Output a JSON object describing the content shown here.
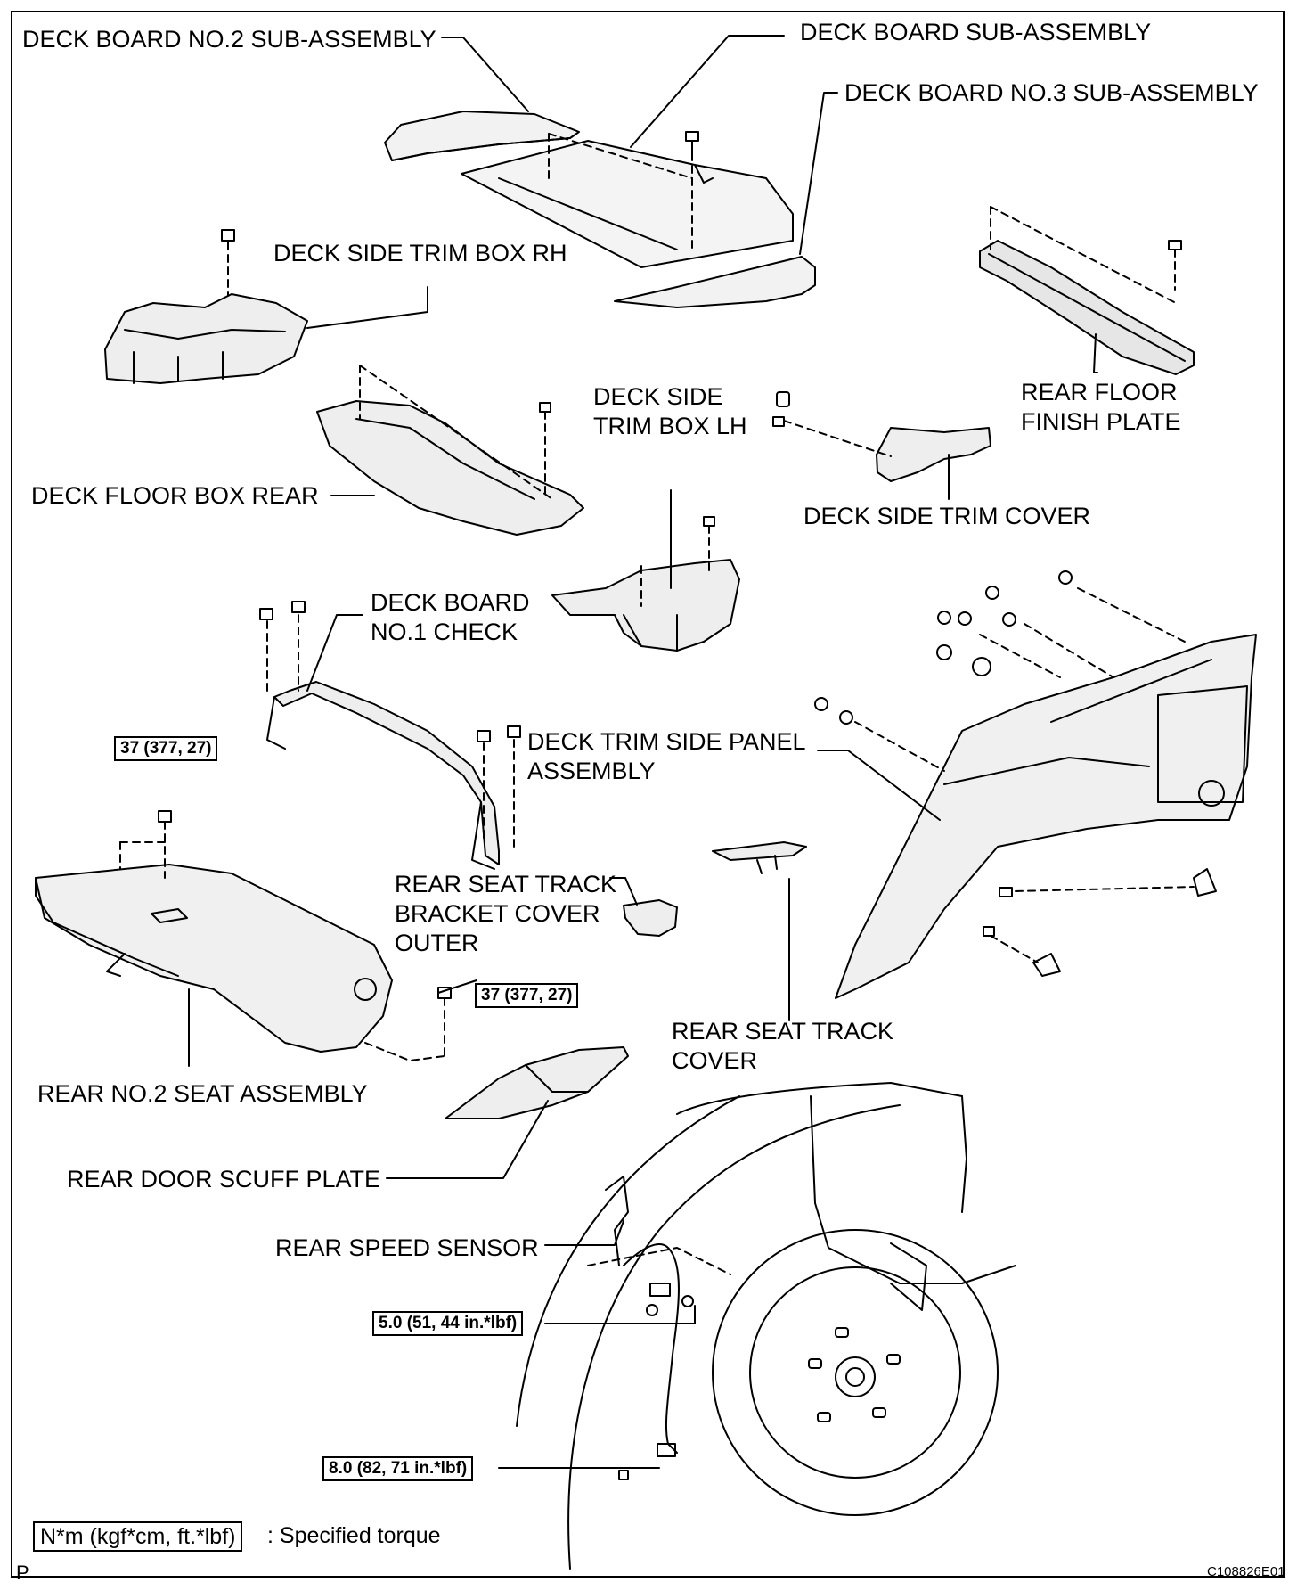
{
  "labels": {
    "deck_board_no2": "DECK BOARD NO.2 SUB-ASSEMBLY",
    "deck_board": "DECK BOARD SUB-ASSEMBLY",
    "deck_board_no3": "DECK BOARD NO.3 SUB-ASSEMBLY",
    "deck_side_trim_box_rh": "DECK SIDE TRIM BOX RH",
    "deck_side_trim_box_lh_1": "DECK SIDE",
    "deck_side_trim_box_lh_2": "TRIM BOX LH",
    "rear_floor_finish_plate_1": "REAR FLOOR",
    "rear_floor_finish_plate_2": "FINISH PLATE",
    "deck_floor_box_rear": "DECK FLOOR BOX REAR",
    "deck_side_trim_cover": "DECK SIDE TRIM COVER",
    "deck_board_no1_check_1": "DECK BOARD",
    "deck_board_no1_check_2": "NO.1 CHECK",
    "deck_trim_side_panel_1": "DECK TRIM SIDE PANEL",
    "deck_trim_side_panel_2": "ASSEMBLY",
    "rear_seat_track_bracket_cover_1": "REAR SEAT TRACK",
    "rear_seat_track_bracket_cover_2": "BRACKET COVER",
    "rear_seat_track_bracket_cover_3": "OUTER",
    "rear_seat_track_cover_1": "REAR SEAT TRACK",
    "rear_seat_track_cover_2": "COVER",
    "rear_no2_seat": "REAR NO.2 SEAT ASSEMBLY",
    "rear_door_scuff_plate": "REAR DOOR SCUFF PLATE",
    "rear_speed_sensor": "REAR SPEED SENSOR"
  },
  "torques": {
    "seat_bolt_upper": "37 (377, 27)",
    "seat_bolt_lower": "37 (377, 27)",
    "sensor_bolt_1": "5.0 (51, 44 in.*lbf)",
    "sensor_bolt_2": "8.0 (82, 71 in.*lbf)"
  },
  "legend": {
    "unit_box": "N*m (kgf*cm, ft.*lbf)",
    "unit_desc": ": Specified torque"
  },
  "corner_mark": "P",
  "figure_code": "C108826E01"
}
